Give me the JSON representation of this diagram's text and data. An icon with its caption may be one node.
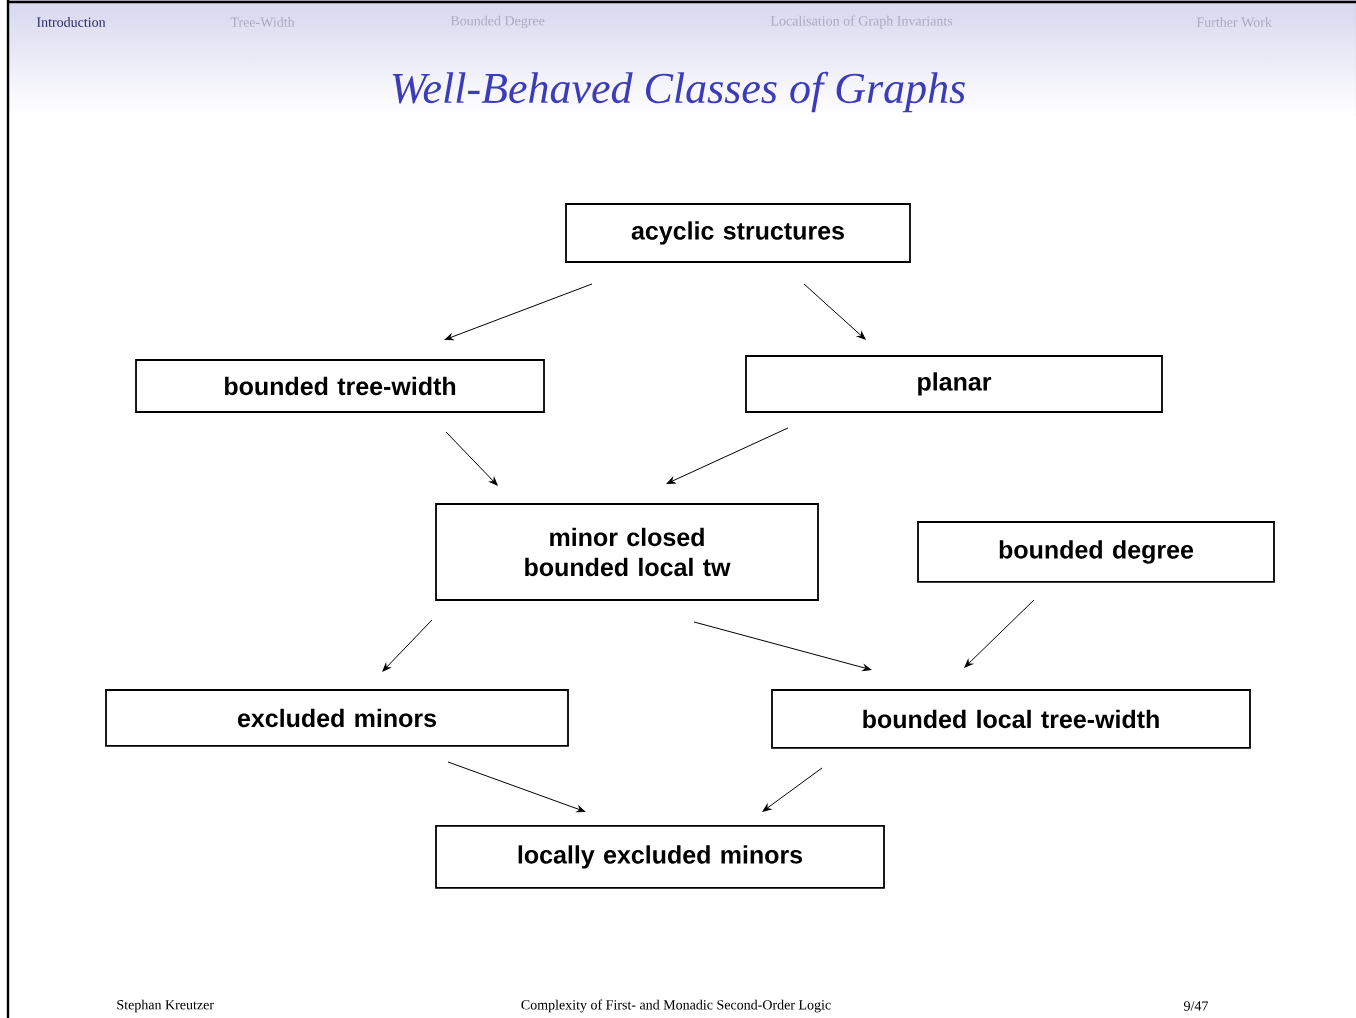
{
  "diagram": {
    "title": "Well-Behaved Classes of Graphs",
    "nodes": [
      {
        "text": [
          "acyclic structures"
        ]
      },
      {
        "text": [
          "bounded tree-width"
        ]
      },
      {
        "text": [
          "planar"
        ]
      },
      {
        "text": [
          "minor closed bounded local tw"
        ]
      },
      {
        "text": [
          "bounded degree"
        ]
      },
      {
        "text": [
          "excluded minors"
        ]
      },
      {
        "text": [
          "bounded local tree-width"
        ]
      },
      {
        "text": [
          "locally excluded minors"
        ]
      }
    ],
    "edges": [
      {
        "from": 0,
        "to": 1,
        "arrow": "to"
      },
      {
        "from": 0,
        "to": 2,
        "arrow": "to"
      },
      {
        "from": 1,
        "to": 3,
        "arrow": "to"
      },
      {
        "from": 2,
        "to": 3,
        "arrow": "to"
      },
      {
        "from": 4,
        "to": 6,
        "arrow": "to"
      },
      {
        "from": 3,
        "to": 5,
        "arrow": "to"
      },
      {
        "from": 3,
        "to": 6,
        "arrow": "to"
      },
      {
        "from": 5,
        "to": 7,
        "arrow": "to"
      },
      {
        "from": 6,
        "to": 7,
        "arrow": "to"
      }
    ],
    "labels": [
      "Introduction",
      "Tree-Width",
      "Bounded Degree",
      "Localisation of Graph Invariants",
      "Further Work",
      "Stephan Kreutzer",
      "Complexity of First- and Monadic Second-Order Logic",
      "9/47"
    ]
  }
}
